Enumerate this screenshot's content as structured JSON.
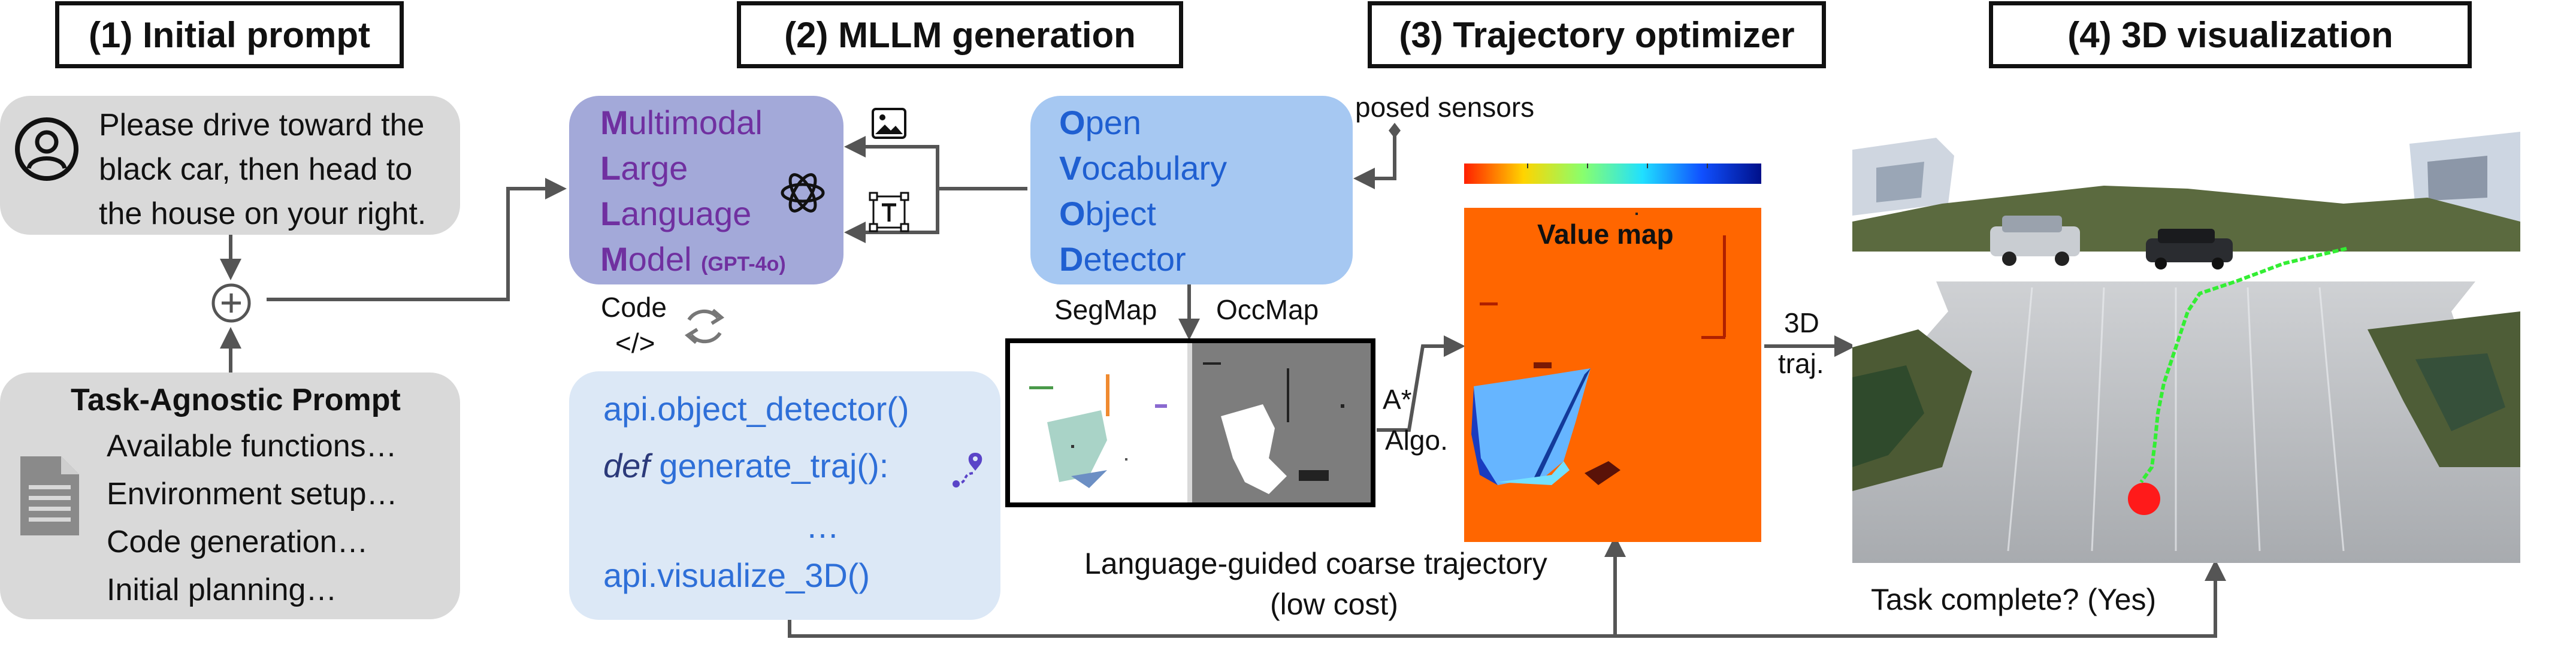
{
  "headers": {
    "step1": "(1) Initial prompt",
    "step2": "(2) MLLM generation",
    "step3": "(3) Trajectory optimizer",
    "step4": "(4) 3D visualization"
  },
  "prompt": {
    "line1": "Please drive toward the",
    "line2": "black car, then head to",
    "line3": "the house on your right."
  },
  "task_agnostic": {
    "title": "Task-Agnostic Prompt",
    "items": [
      "Available functions…",
      "Environment setup…",
      "Code generation…",
      "Initial planning…"
    ]
  },
  "mllm": {
    "line1_initial": "M",
    "line1_rest": "ultimodal",
    "line2_initial": "L",
    "line2_rest": "arge",
    "line3_initial": "L",
    "line3_rest": "anguage",
    "line4_initial": "M",
    "line4_rest": "odel",
    "model": "(GPT-4o)"
  },
  "ovod": {
    "line1_initial": "O",
    "line1_rest": "pen",
    "line2_initial": "V",
    "line2_rest": "ocabulary",
    "line3_initial": "O",
    "line3_rest": "bject",
    "line4_initial": "D",
    "line4_rest": "etector"
  },
  "labels": {
    "posed_sensors": "posed sensors",
    "code": "Code",
    "code_tag": "</>",
    "segmap": "SegMap",
    "occmap": "OccMap",
    "astar": "A*",
    "algo": "Algo.",
    "traj3d_a": "3D",
    "traj3d_b": "traj.",
    "value_map": "Value map",
    "coarse_a": "Language-guided coarse trajectory",
    "coarse_b": "(low cost)",
    "task_complete": "Task complete? (Yes)"
  },
  "code": {
    "line1": "api.object_detector()",
    "line2_kw": "def",
    "line2_rest": " generate_traj():",
    "line3": "…",
    "line4": "api.visualize_3D()"
  },
  "colors": {
    "gray_box": "#d9d9d9",
    "mllm_box": "#a3a9d9",
    "ovod_box": "#a6c8f2",
    "code_box": "#dce8f6",
    "accent_purple": "#7030a0",
    "accent_blue": "#1f5fd1",
    "value_map_bg": "#ff6600",
    "traj_green": "#33ee33",
    "goal_red": "#ff1a1a"
  },
  "icons": [
    "user-icon",
    "document-icon",
    "image-icon",
    "text-icon",
    "openai-icon",
    "refresh-icon",
    "route-icon",
    "plus-icon"
  ]
}
